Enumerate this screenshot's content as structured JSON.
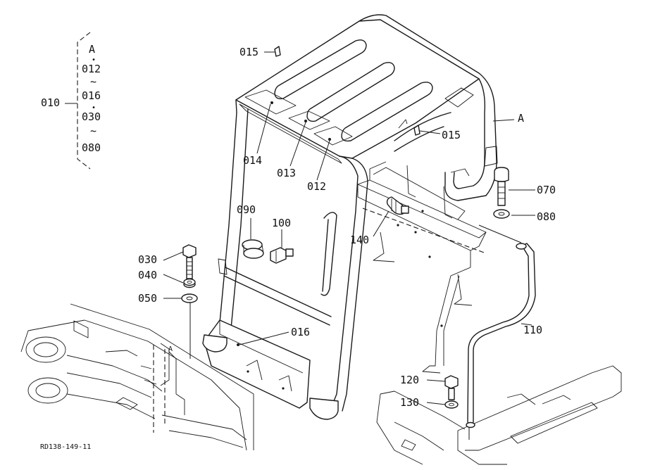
{
  "callouts": {
    "group": "010",
    "list": [
      "A",
      "012",
      "016",
      "030",
      "080"
    ],
    "dot_sep": "•",
    "tilde_sep": "~",
    "p015a": "015",
    "p015b": "015",
    "pA": "A",
    "p014": "014",
    "p013": "013",
    "p012": "012",
    "p070": "070",
    "p080": "080",
    "p090": "090",
    "p100": "100",
    "p140": "140",
    "p030": "030",
    "p040": "040",
    "p050": "050",
    "p016": "016",
    "p110": "110",
    "p120": "120",
    "p130": "130",
    "machine_A": "A"
  },
  "drawing_code": "RD138-149-11"
}
